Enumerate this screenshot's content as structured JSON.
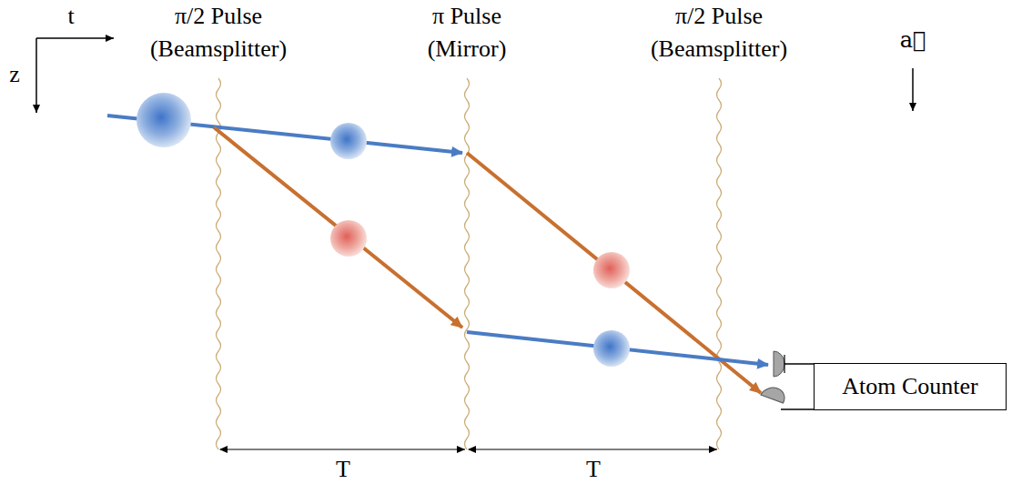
{
  "diagram": {
    "nodes": [
      {
        "text": [
          "Atom Counter"
        ]
      }
    ],
    "labels": [
      "t",
      "z",
      "π/2 Pulse (Beamsplitter)",
      "π Pulse (Mirror)",
      "π/2 Pulse (Beamsplitter)",
      "a⃗",
      "T",
      "T"
    ]
  }
}
